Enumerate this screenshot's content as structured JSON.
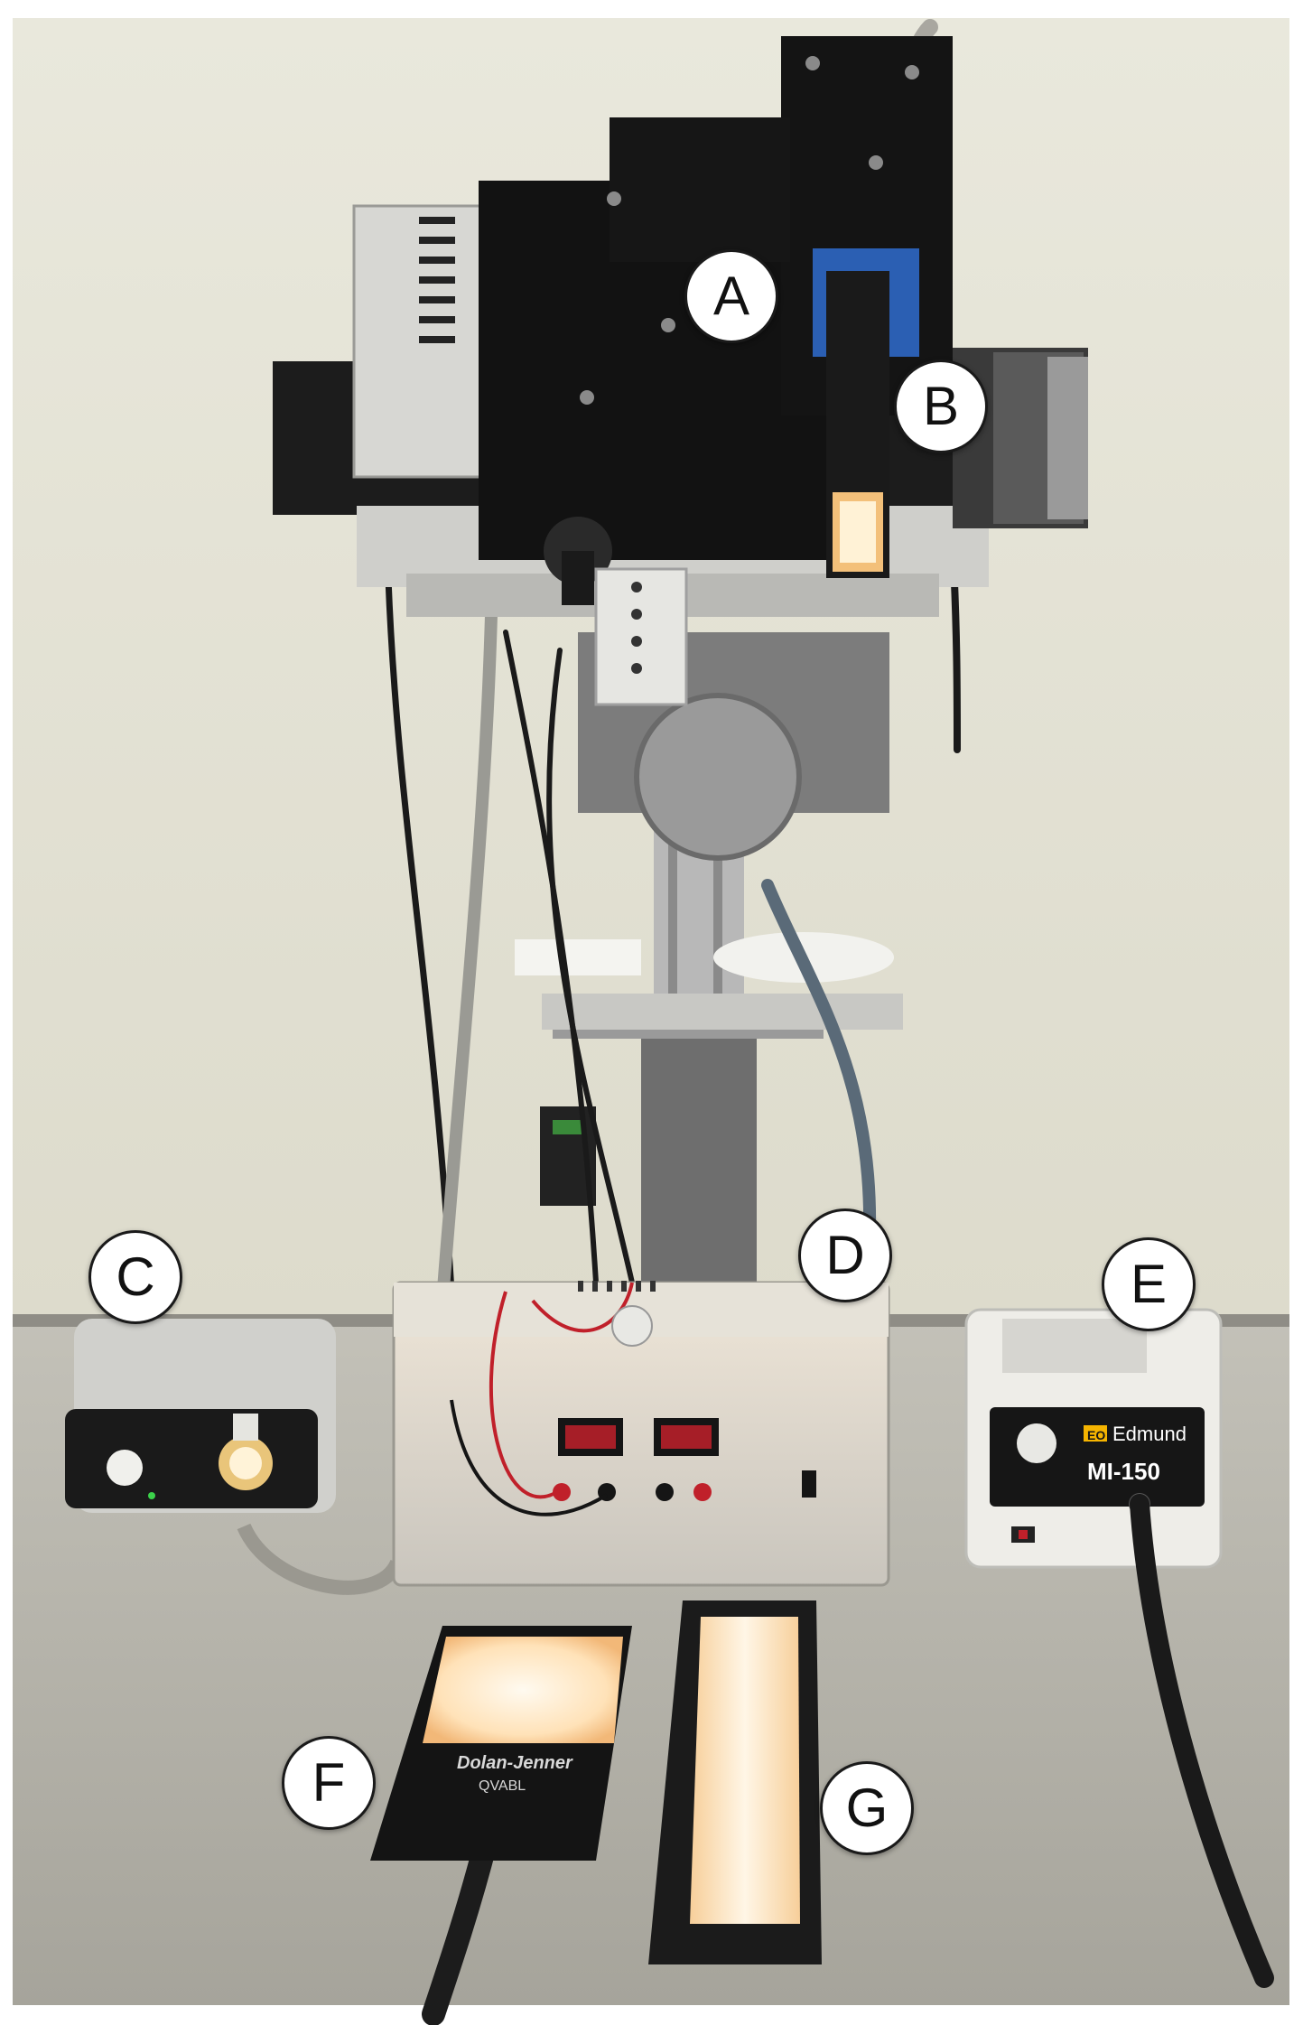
{
  "labels": {
    "a": "A",
    "b": "B",
    "c": "C",
    "d": "D",
    "e": "E",
    "f": "F",
    "g": "G"
  },
  "equipment_text": {
    "edmund_brand": "Edmund",
    "edmund_logo_mark": "EO",
    "edmund_model": "MI-150",
    "dolan_brand": "Dolan-Jenner",
    "dolan_model": "QVABL"
  },
  "colors": {
    "wall": "#e6e4d6",
    "table": "#b8b6ae",
    "metal": "#c9c8c4",
    "dark_metal": "#1e1e1e",
    "blue_bracket": "#2b5fb3",
    "light_glow": "#fff2d6",
    "cable_red": "#c0202a"
  }
}
